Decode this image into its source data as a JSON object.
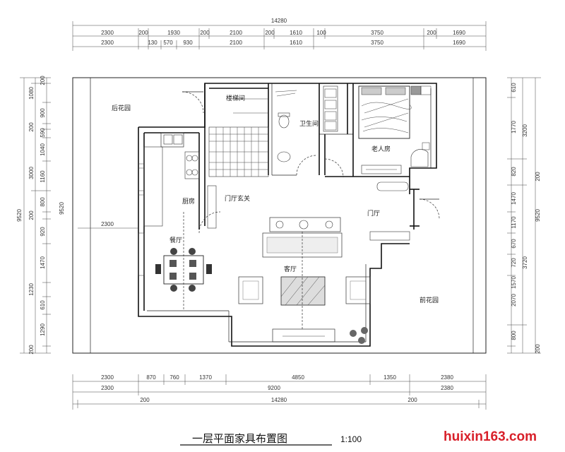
{
  "dimensions": {
    "top_total": "14280",
    "top_row1": [
      "2300",
      "200",
      "1930",
      "200",
      "2100",
      "200",
      "1610",
      "100",
      "3750",
      "200",
      "1690"
    ],
    "top_row2": [
      "2300",
      "130",
      "570",
      "930",
      "2100",
      "1610",
      "3750",
      "1690"
    ],
    "bottom_row1": [
      "2300",
      "870",
      "760",
      "1370",
      "4850",
      "1350",
      "2380"
    ],
    "bottom_row2": [
      "2300",
      "9200",
      "2380"
    ],
    "bottom_row3": [
      "200",
      "14280",
      "200"
    ],
    "left_row1": [
      "200",
      "1080",
      "900",
      "200",
      "590",
      "1040",
      "1160",
      "800",
      "200",
      "920",
      "1470",
      "1230",
      "610",
      "1290",
      "200"
    ],
    "left_row2": [
      "3000"
    ],
    "left_total": "9520",
    "right_row1": [
      "610",
      "1770",
      "820",
      "1470",
      "1170",
      "670",
      "720",
      "1570",
      "2070",
      "800",
      "200"
    ],
    "right_row2": [
      "3200",
      "3720"
    ],
    "right_mid": [
      "200"
    ],
    "right_total": "9520",
    "inner_left": "9520",
    "inner_2300": "2300"
  },
  "rooms": {
    "back_garden": "后花园",
    "stair": "楼梯间",
    "bath": "卫生间",
    "elder_room": "老人房",
    "kitchen": "厨房",
    "foyer": "门厅玄关",
    "hall": "门厅",
    "dining": "餐厅",
    "living": "客厅",
    "front_garden": "前花园"
  },
  "footer": {
    "title": "一层平面家具布置图",
    "scale": "1:100",
    "watermark": "huixin163.com"
  }
}
